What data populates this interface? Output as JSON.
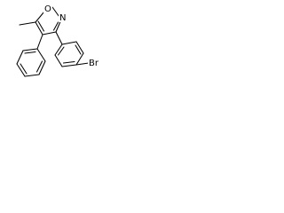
{
  "molecule": {
    "atoms": {
      "oxygen": "O",
      "nitrogen": "N",
      "bromine": "Br"
    }
  }
}
